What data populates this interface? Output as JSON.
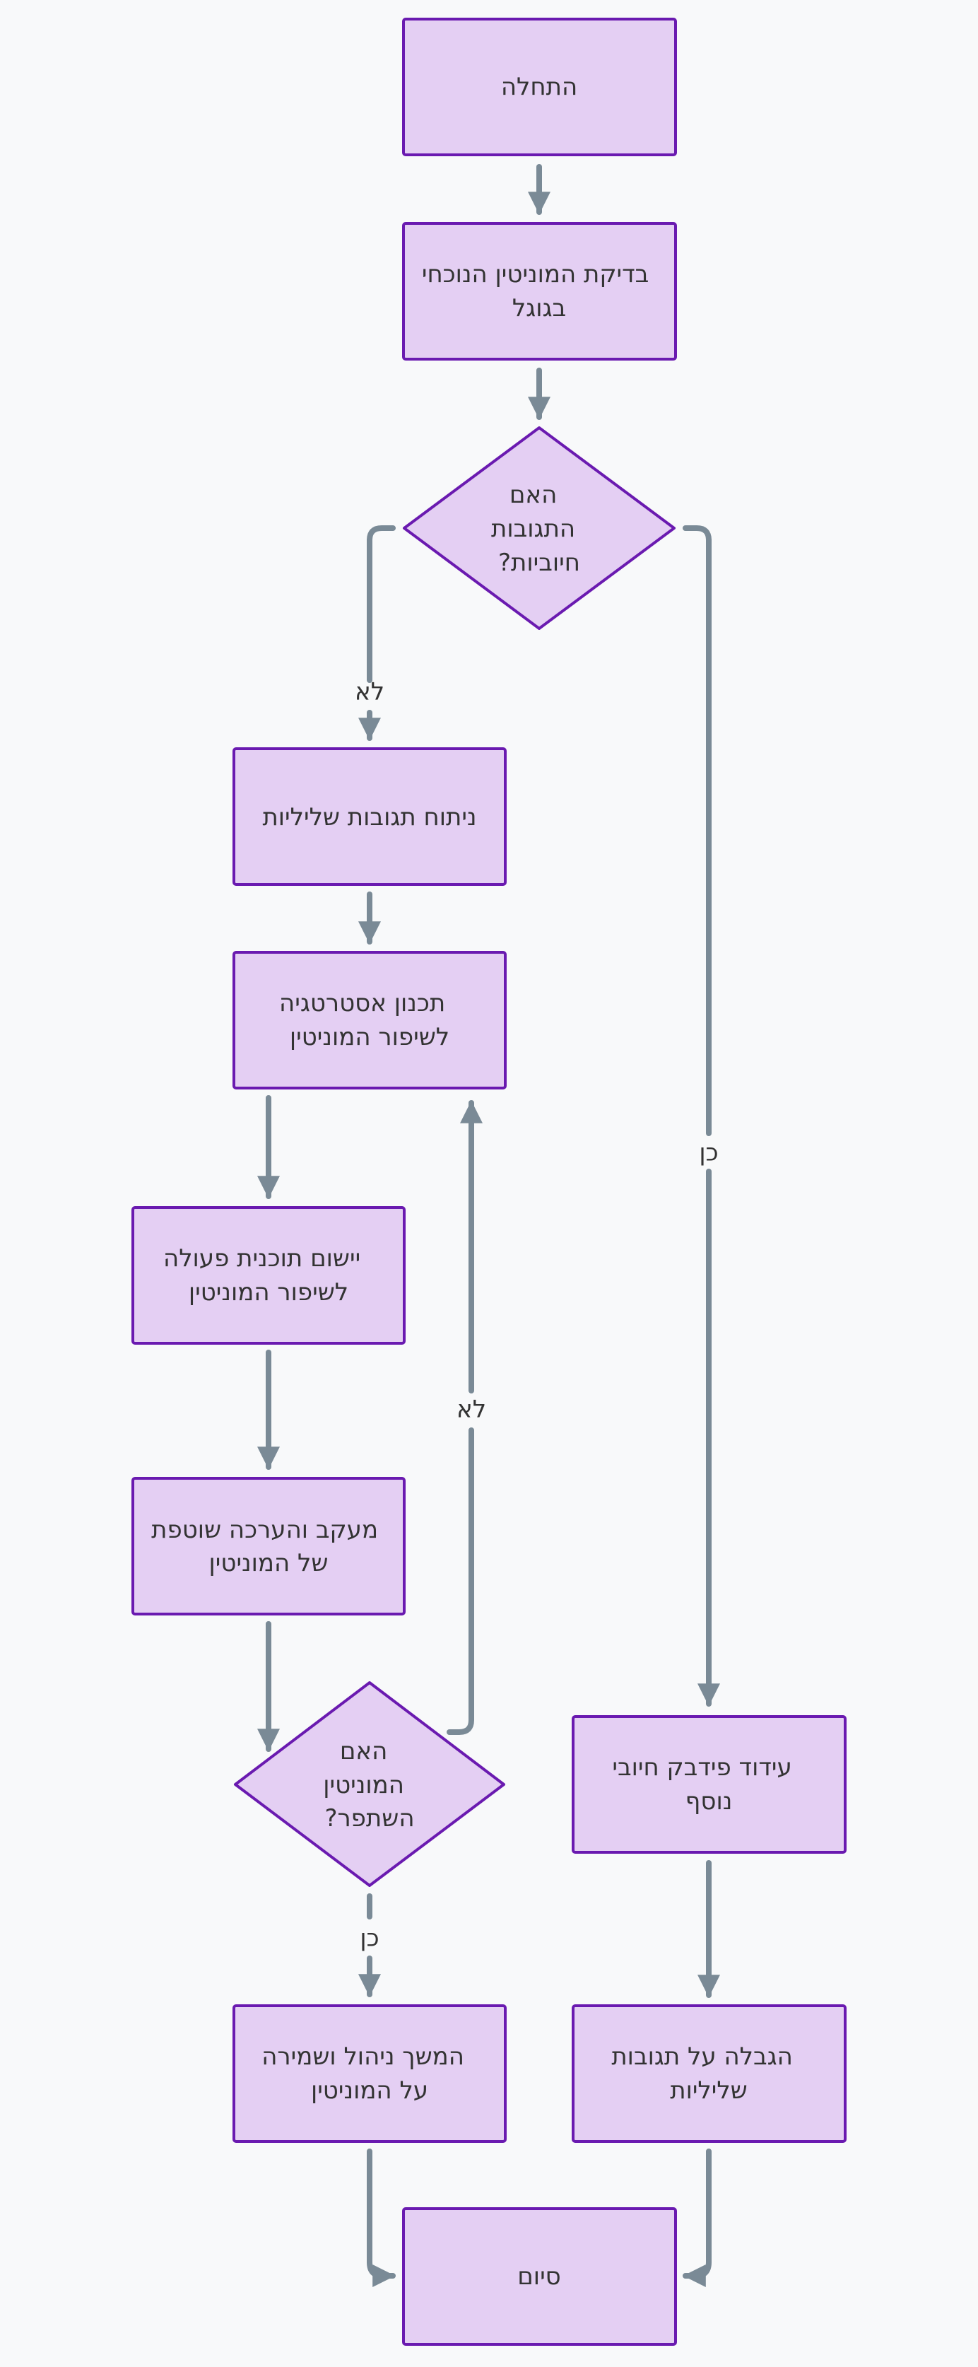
{
  "colors": {
    "background": "#f8f9fa",
    "node_fill": "#e4cff3",
    "node_stroke": "#6a1ab0",
    "edge": "#7a8a96",
    "text": "#333333"
  },
  "nodes": {
    "start": {
      "lines": [
        "התחלה"
      ]
    },
    "check": {
      "lines": [
        "בדיקת המוניטין הנוכחי",
        "בגוגל"
      ]
    },
    "decision_positive": {
      "lines": [
        "האם",
        "התגובות",
        "?חיוביות"
      ]
    },
    "analyze": {
      "lines": [
        "ניתוח תגובות שליליות"
      ]
    },
    "plan": {
      "lines": [
        "תכנון אסטרטגיה",
        "לשיפור המוניטין"
      ]
    },
    "implement": {
      "lines": [
        "יישום תוכנית פעולה",
        "לשיפור המוניטין"
      ]
    },
    "monitor": {
      "lines": [
        "מעקב והערכה שוטפת",
        "של המוניטין"
      ]
    },
    "decision_improved": {
      "lines": [
        "האם",
        "המוניטין",
        "?השתפר"
      ]
    },
    "continue": {
      "lines": [
        "המשך ניהול ושמירה",
        "על המוניטין"
      ]
    },
    "encourage": {
      "lines": [
        "עידוד פידבק חיובי",
        "נוסף"
      ]
    },
    "limit": {
      "lines": [
        "הגבלה על תגובות",
        "שליליות"
      ]
    },
    "end": {
      "lines": [
        "סיום"
      ]
    }
  },
  "edge_labels": {
    "positive_no": "לא",
    "positive_yes": "כן",
    "improved_no": "לא",
    "improved_yes": "כן"
  }
}
